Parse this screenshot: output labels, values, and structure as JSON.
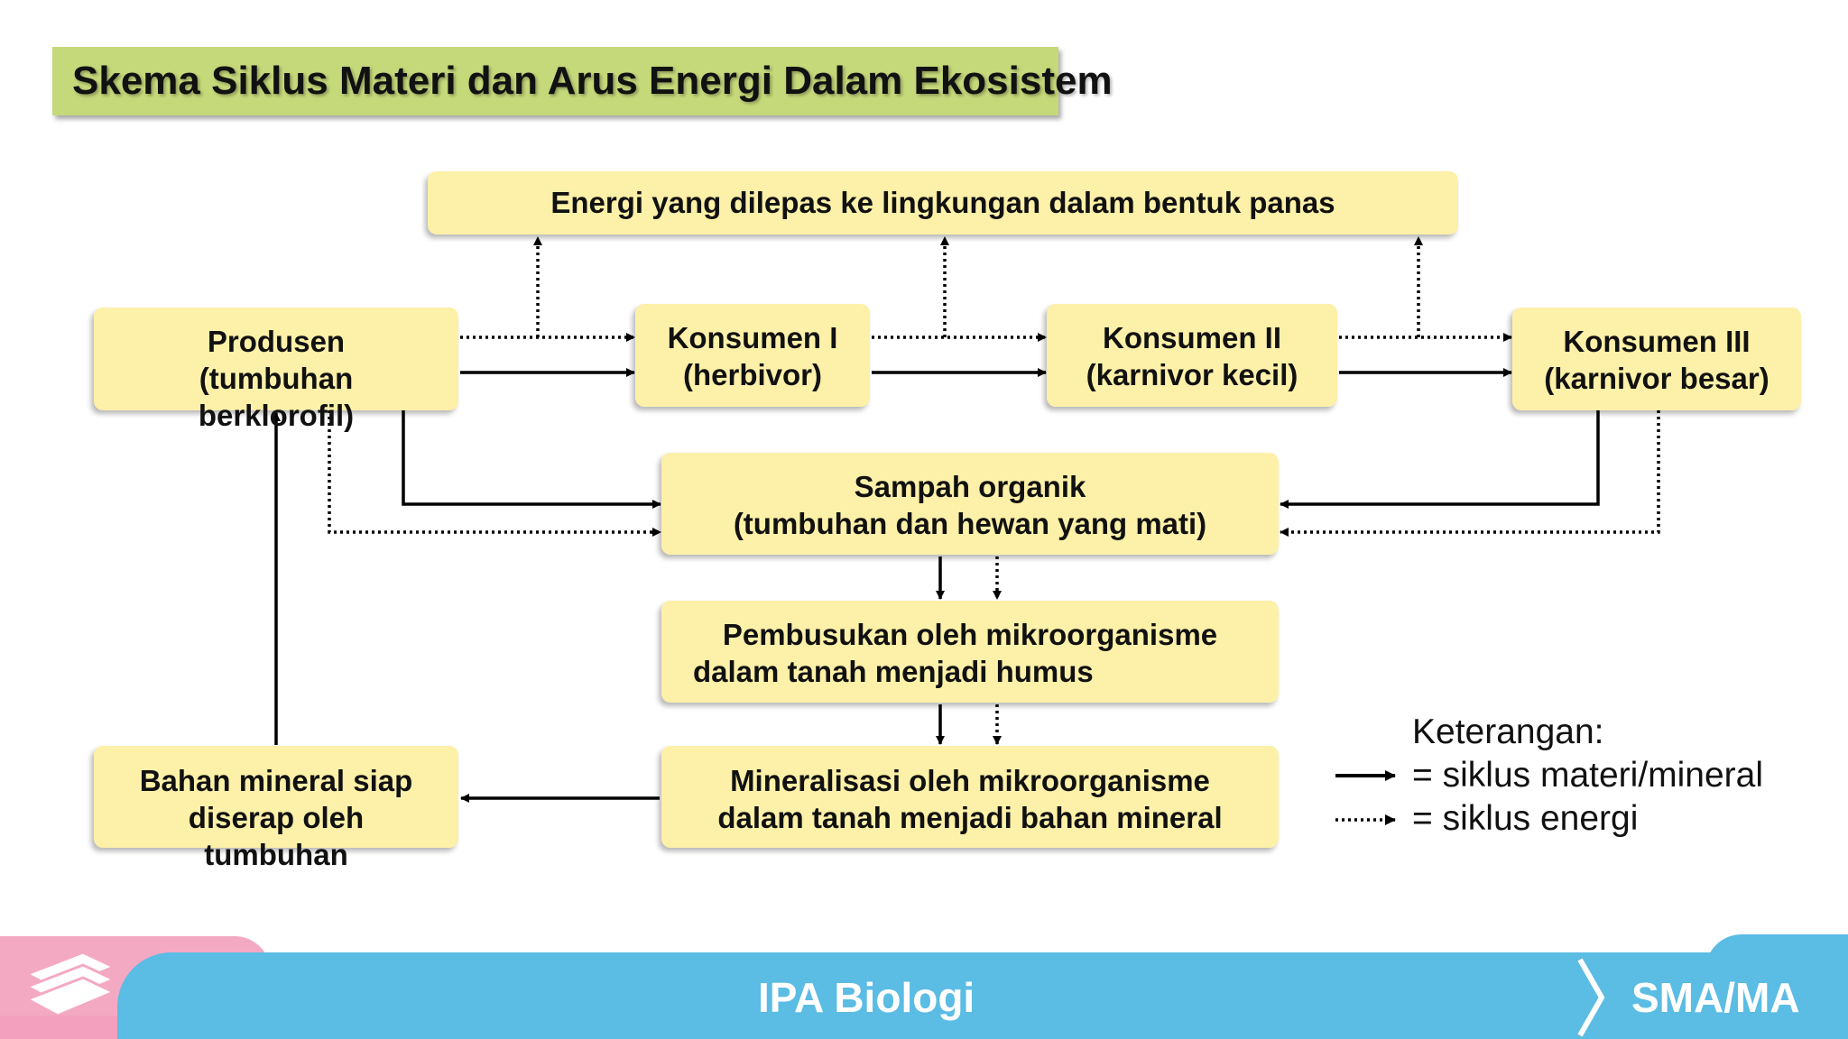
{
  "title": "Skema Siklus Materi dan Arus Energi Dalam Ekosistem",
  "nodes": {
    "energi": "Energi yang dilepas ke lingkungan dalam bentuk panas",
    "produsen": [
      "Produsen",
      "(tumbuhan",
      "berklorofil)"
    ],
    "konsumen1": [
      "Konsumen I",
      "(herbivor)"
    ],
    "konsumen2": [
      "Konsumen II",
      "(karnivor kecil)"
    ],
    "konsumen3": [
      "Konsumen III",
      "(karnivor besar)"
    ],
    "sampah": [
      "Sampah organik",
      "(tumbuhan dan hewan yang mati)"
    ],
    "pembusukan": [
      "Pembusukan oleh mikroorganisme",
      "dalam tanah menjadi humus"
    ],
    "mineralisasi": [
      "Mineralisasi oleh mikroorganisme",
      "dalam tanah menjadi bahan mineral"
    ],
    "bahan_mineral": [
      "Bahan mineral siap",
      "diserap oleh",
      "tumbuhan"
    ]
  },
  "legend": {
    "heading": "Keterangan:",
    "materi": "= siklus materi/mineral",
    "energi": "= siklus energi"
  },
  "footer": {
    "subject": "IPA Biologi",
    "level": "SMA/MA"
  },
  "colors": {
    "box_fill": "#fdf0a8",
    "title_bar": "#c5d87a",
    "footer_blue": "#5bbce4",
    "footer_pink": "#f4a9c3"
  },
  "icons": [
    "book-stack-icon",
    "chevron-icon"
  ]
}
